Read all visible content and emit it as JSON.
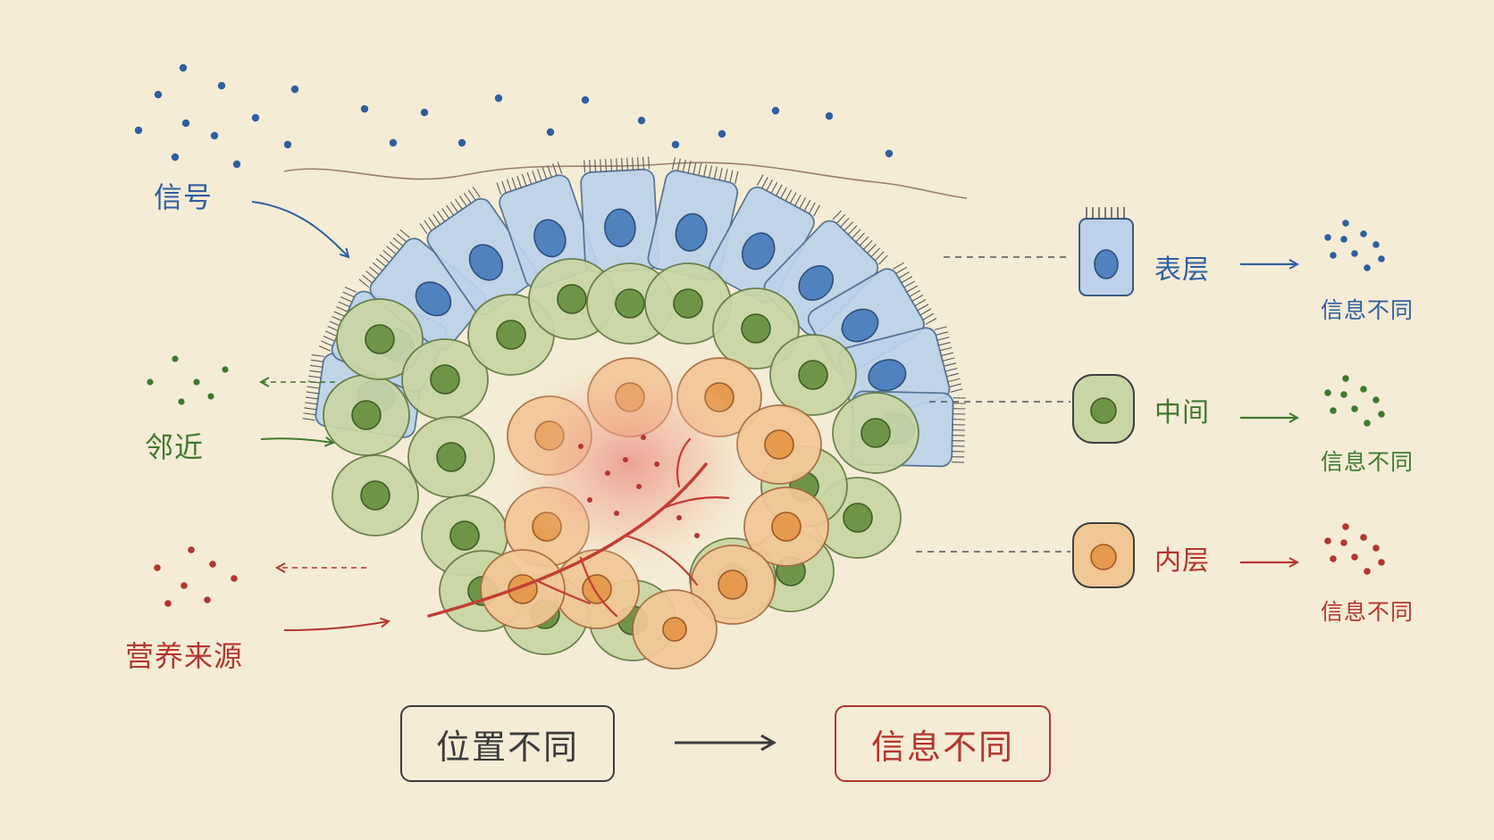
{
  "colors": {
    "background": "#f5ecd6",
    "outer": "#2f5fa0",
    "middle": "#3f7a2e",
    "inner": "#b3362f",
    "neutral": "#3b3b3b"
  },
  "left_labels": {
    "signal": "信号",
    "neighbor": "邻近",
    "nutrient": "营养来源"
  },
  "layers": [
    {
      "key": "outer",
      "label": "表层",
      "result": "信息不同"
    },
    {
      "key": "middle",
      "label": "中间",
      "result": "信息不同"
    },
    {
      "key": "inner",
      "label": "内层",
      "result": "信息不同"
    }
  ],
  "bottom": {
    "cause": "位置不同",
    "effect": "信息不同"
  }
}
